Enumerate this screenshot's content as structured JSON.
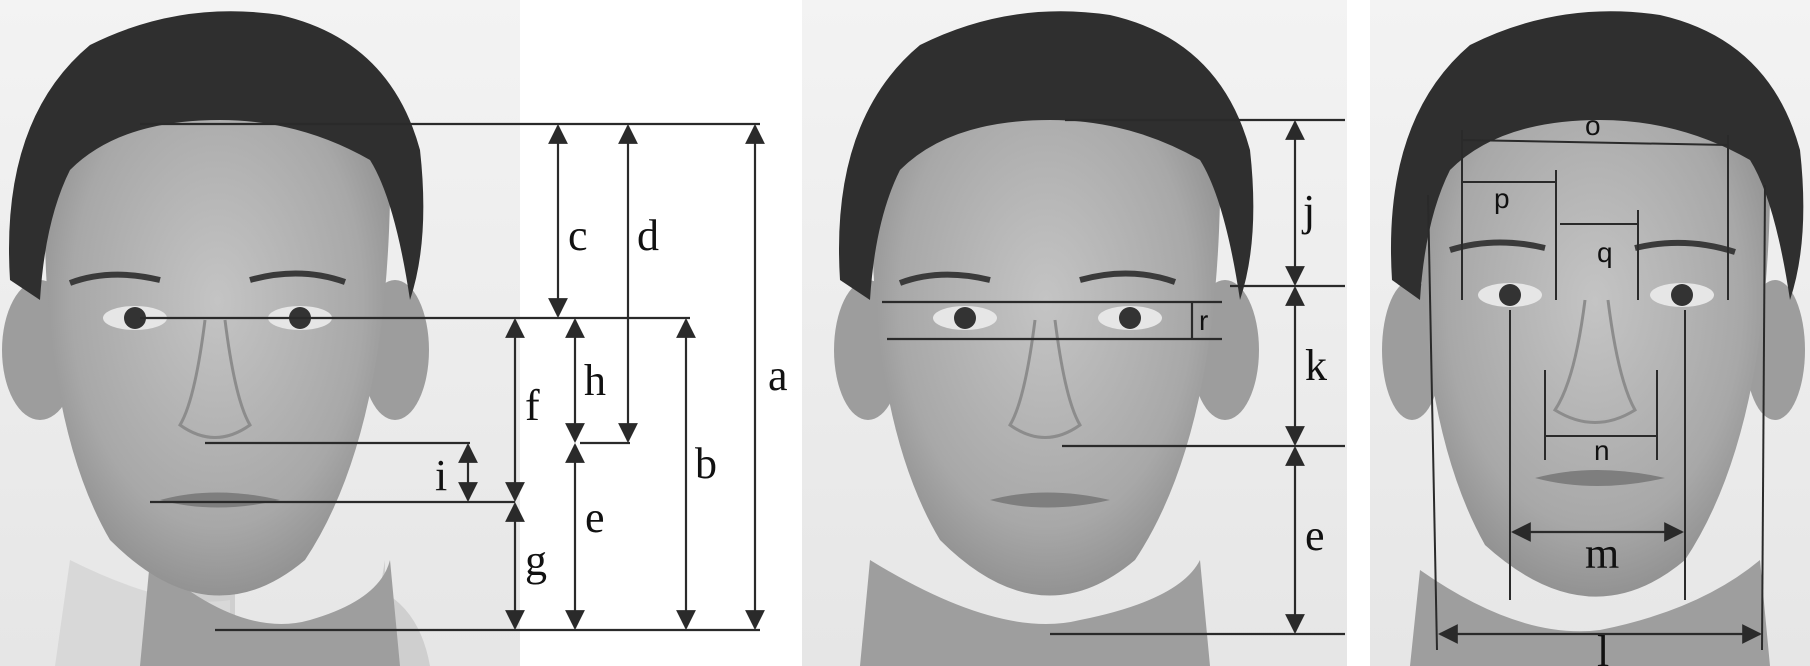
{
  "panels": [
    {
      "id": "panel-1",
      "labels": [
        "a",
        "b",
        "c",
        "d",
        "e",
        "f",
        "g",
        "h",
        "i"
      ]
    },
    {
      "id": "panel-2",
      "labels": [
        "j",
        "k",
        "e",
        "r"
      ]
    },
    {
      "id": "panel-3",
      "labels": [
        "o",
        "p",
        "q",
        "n",
        "m",
        "l"
      ]
    }
  ],
  "measurements": {
    "a": "a",
    "b": "b",
    "c": "c",
    "d": "d",
    "e": "e",
    "f": "f",
    "g": "g",
    "h": "h",
    "i": "i",
    "j": "j",
    "k": "k",
    "e2": "e",
    "r": "r",
    "o": "o",
    "p": "p",
    "q": "q",
    "n": "n",
    "m": "m",
    "l": "l"
  },
  "colors": {
    "background": "#ffffff",
    "face_skin": "#a9a9a9",
    "hair": "#2f2f2f",
    "line": "#2a2a2a"
  }
}
